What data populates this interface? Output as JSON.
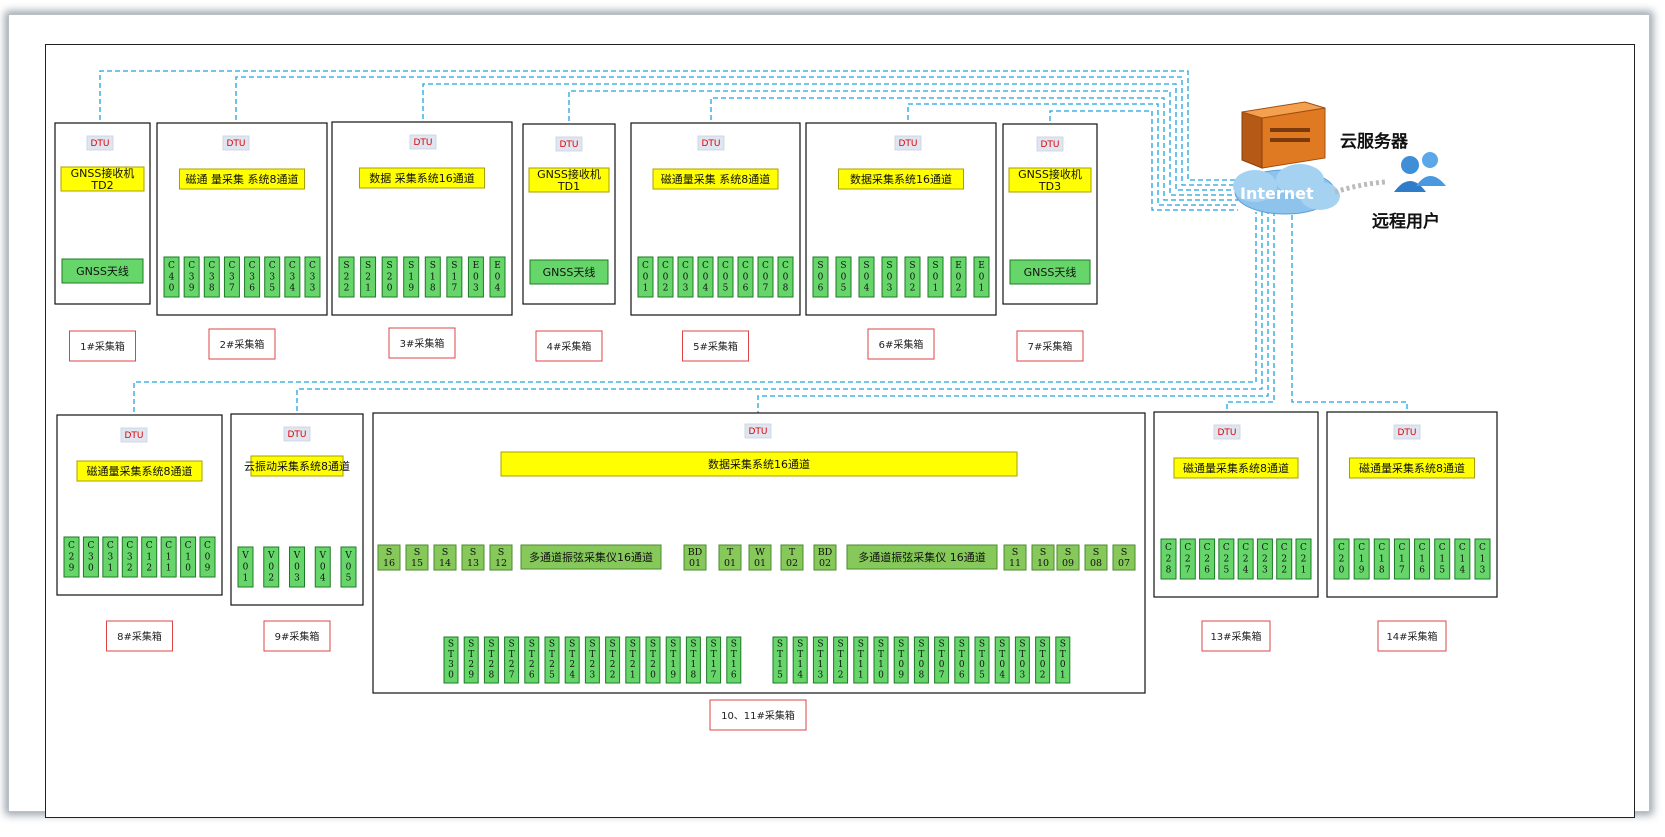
{
  "diagram": {
    "server_label": "云服务器",
    "internet_label": "Internet",
    "user_label": "远程用户",
    "dtu_label": "DTU",
    "colors": {
      "link": "#1ea3e0",
      "wire": "#ee1c1c",
      "module": "#ffff00",
      "sensor": "#66d66a"
    },
    "boxes": [
      {
        "id": "b1",
        "caption": "1#采集箱",
        "module": "GNSS接收机\nTD2",
        "antenna": "GNSS天线"
      },
      {
        "id": "b2",
        "caption": "2#采集箱",
        "module": "磁通 量采集 系统8通道",
        "sensors": [
          "C40",
          "C39",
          "C38",
          "C37",
          "C36",
          "C35",
          "C34",
          "C33"
        ]
      },
      {
        "id": "b3",
        "caption": "3#采集箱",
        "module": "数据 采集系统16通道",
        "sensors": [
          "S22",
          "S21",
          "S20",
          "S19",
          "S18",
          "S17",
          "E03",
          "E04"
        ]
      },
      {
        "id": "b4",
        "caption": "4#采集箱",
        "module": "GNSS接收机\nTD1",
        "antenna": "GNSS天线"
      },
      {
        "id": "b5",
        "caption": "5#采集箱",
        "module": "磁通量采集 系统8通道",
        "sensors": [
          "C01",
          "C02",
          "C03",
          "C04",
          "C05",
          "C06",
          "C07",
          "C08"
        ]
      },
      {
        "id": "b6",
        "caption": "6#采集箱",
        "module": "数据采集系统16通道",
        "sensors": [
          "S06",
          "S05",
          "S04",
          "S03",
          "S02",
          "S01",
          "E02",
          "E01"
        ]
      },
      {
        "id": "b7",
        "caption": "7#采集箱",
        "module": "GNSS接收机\nTD3",
        "antenna": "GNSS天线"
      },
      {
        "id": "b8",
        "caption": "8#采集箱",
        "module": "磁通量采集系统8通道",
        "sensors": [
          "C29",
          "C30",
          "C31",
          "C32",
          "C12",
          "C11",
          "C10",
          "C09"
        ]
      },
      {
        "id": "b9",
        "caption": "9#采集箱",
        "module": "云振动采集系统8通道",
        "sensors": [
          "V01",
          "V02",
          "V03",
          "V04",
          "V05"
        ]
      },
      {
        "id": "b13",
        "caption": "13#采集箱",
        "module": "磁通量采集系统8通道",
        "sensors": [
          "C28",
          "C27",
          "C26",
          "C25",
          "C24",
          "C23",
          "C22",
          "C21"
        ]
      },
      {
        "id": "b14",
        "caption": "14#采集箱",
        "module": "磁通量采集系统8通道",
        "sensors": [
          "C20",
          "C19",
          "C18",
          "C17",
          "C16",
          "C15",
          "C14",
          "C13"
        ]
      }
    ],
    "box10": {
      "caption": "10、11#采集箱",
      "module": "数据采集系统16通道",
      "sub_left": "多通道振弦采集仪16通道",
      "sub_right": "多通道振弦采集仪 16通道",
      "top_left": [
        [
          "S",
          "16"
        ],
        [
          "S",
          "15"
        ],
        [
          "S",
          "14"
        ],
        [
          "S",
          "13"
        ],
        [
          "S",
          "12"
        ]
      ],
      "top_mid": [
        [
          "BD",
          "01"
        ],
        [
          "T",
          "01"
        ],
        [
          "W",
          "01"
        ],
        [
          "T",
          "02"
        ],
        [
          "BD",
          "02"
        ]
      ],
      "top_right": [
        [
          "S",
          "11"
        ],
        [
          "S",
          "10"
        ],
        [
          "S",
          "09"
        ],
        [
          "S",
          "08"
        ],
        [
          "S",
          "07"
        ]
      ],
      "bottom_left": [
        "ST30",
        "ST29",
        "ST28",
        "ST27",
        "ST26",
        "ST25",
        "ST24",
        "ST23",
        "ST22",
        "ST21",
        "ST20",
        "ST19",
        "ST18",
        "ST17",
        "ST16"
      ],
      "bottom_right": [
        "ST15",
        "ST14",
        "ST13",
        "ST12",
        "ST11",
        "ST10",
        "ST09",
        "ST08",
        "ST07",
        "ST06",
        "ST05",
        "ST04",
        "ST03",
        "ST02",
        "ST01"
      ]
    }
  }
}
